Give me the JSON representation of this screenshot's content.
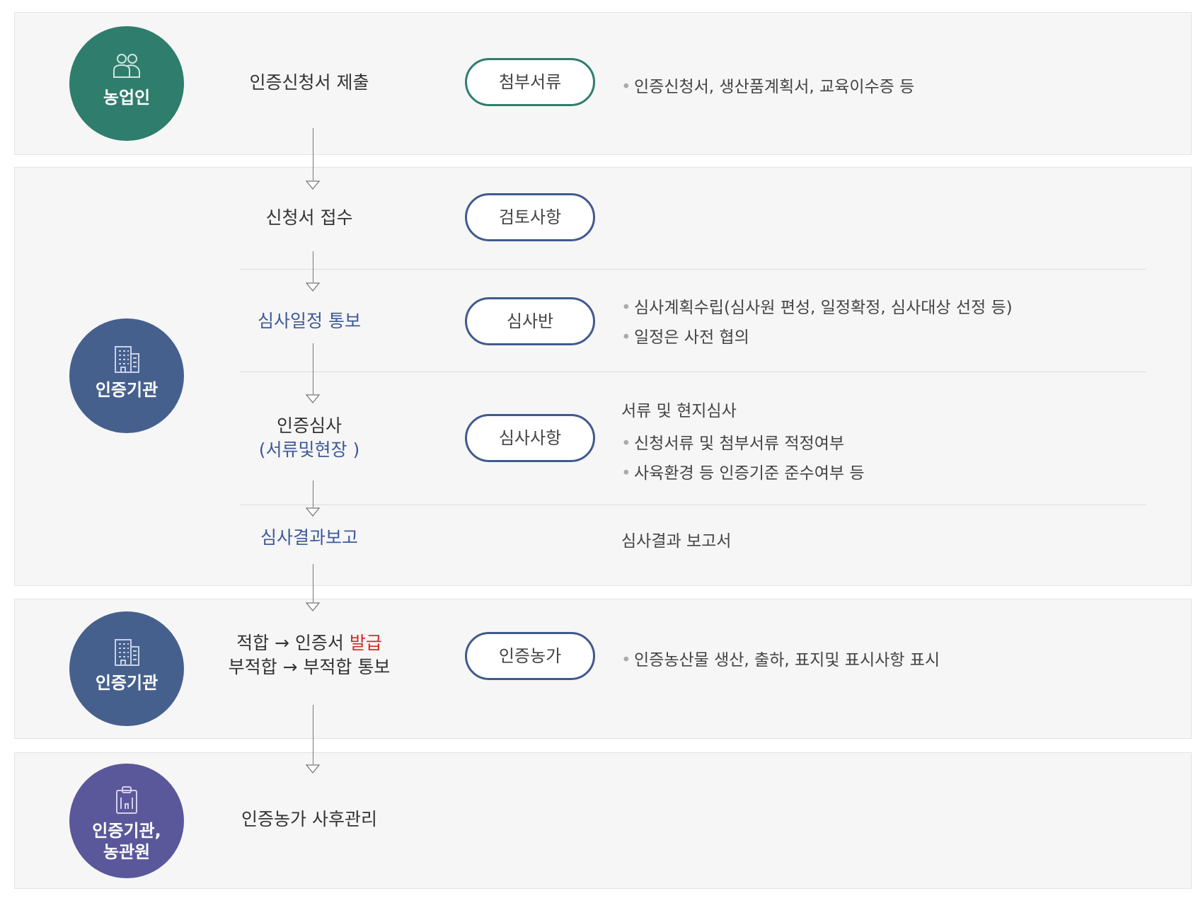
{
  "colors": {
    "farmer": "#2f7d6d",
    "agency": "#46608e",
    "agency_combo": "#5a579a",
    "panel_bg": "#f6f6f6",
    "blue_text": "#3d5a98",
    "red_text": "#d42a2a"
  },
  "sections": {
    "farmer": {
      "actor": "농업인",
      "icon": "people-icon"
    },
    "agency": {
      "actor": "인증기관",
      "icon": "building-icon"
    },
    "issue": {
      "actor": "인증기관",
      "icon": "building-icon"
    },
    "aftercare": {
      "actor": "인증기관,\n농관원",
      "icon": "clipboard-icon"
    }
  },
  "steps": {
    "submit": "인증신청서 제출",
    "receive": "신청서 접수",
    "schedule": "심사일정 통보",
    "audit_main": "인증심사",
    "audit_sub": "(서류및현장 )",
    "report": "심사결과보고",
    "decision": {
      "line1_prefix": "적합 → 인증서 ",
      "line1_highlight": "발급",
      "line2": "부적합 → 부적합 통보"
    },
    "aftercare": "인증농가 사후관리"
  },
  "pills": {
    "attachments": "첨부서류",
    "review": "검토사항",
    "audit_team": "심사반",
    "audit_items": "심사사항",
    "certified_farm": "인증농가"
  },
  "descriptions": {
    "attachments": [
      "인증신청서, 생산품계획서, 교육이수증 등"
    ],
    "audit_team": [
      "심사계획수립(심사원 편성, 일정확정, 심사대상 선정 등)",
      "일정은 사전 협의"
    ],
    "audit_items_head": "서류 및 현지심사",
    "audit_items": [
      "신청서류 및 첨부서류 적정여부",
      "사육환경 등 인증기준 준수여부 등"
    ],
    "report": "심사결과 보고서",
    "certified_farm": [
      "인증농산물 생산, 출하, 표지및 표시사항 표시"
    ]
  },
  "bullet_char": "•"
}
